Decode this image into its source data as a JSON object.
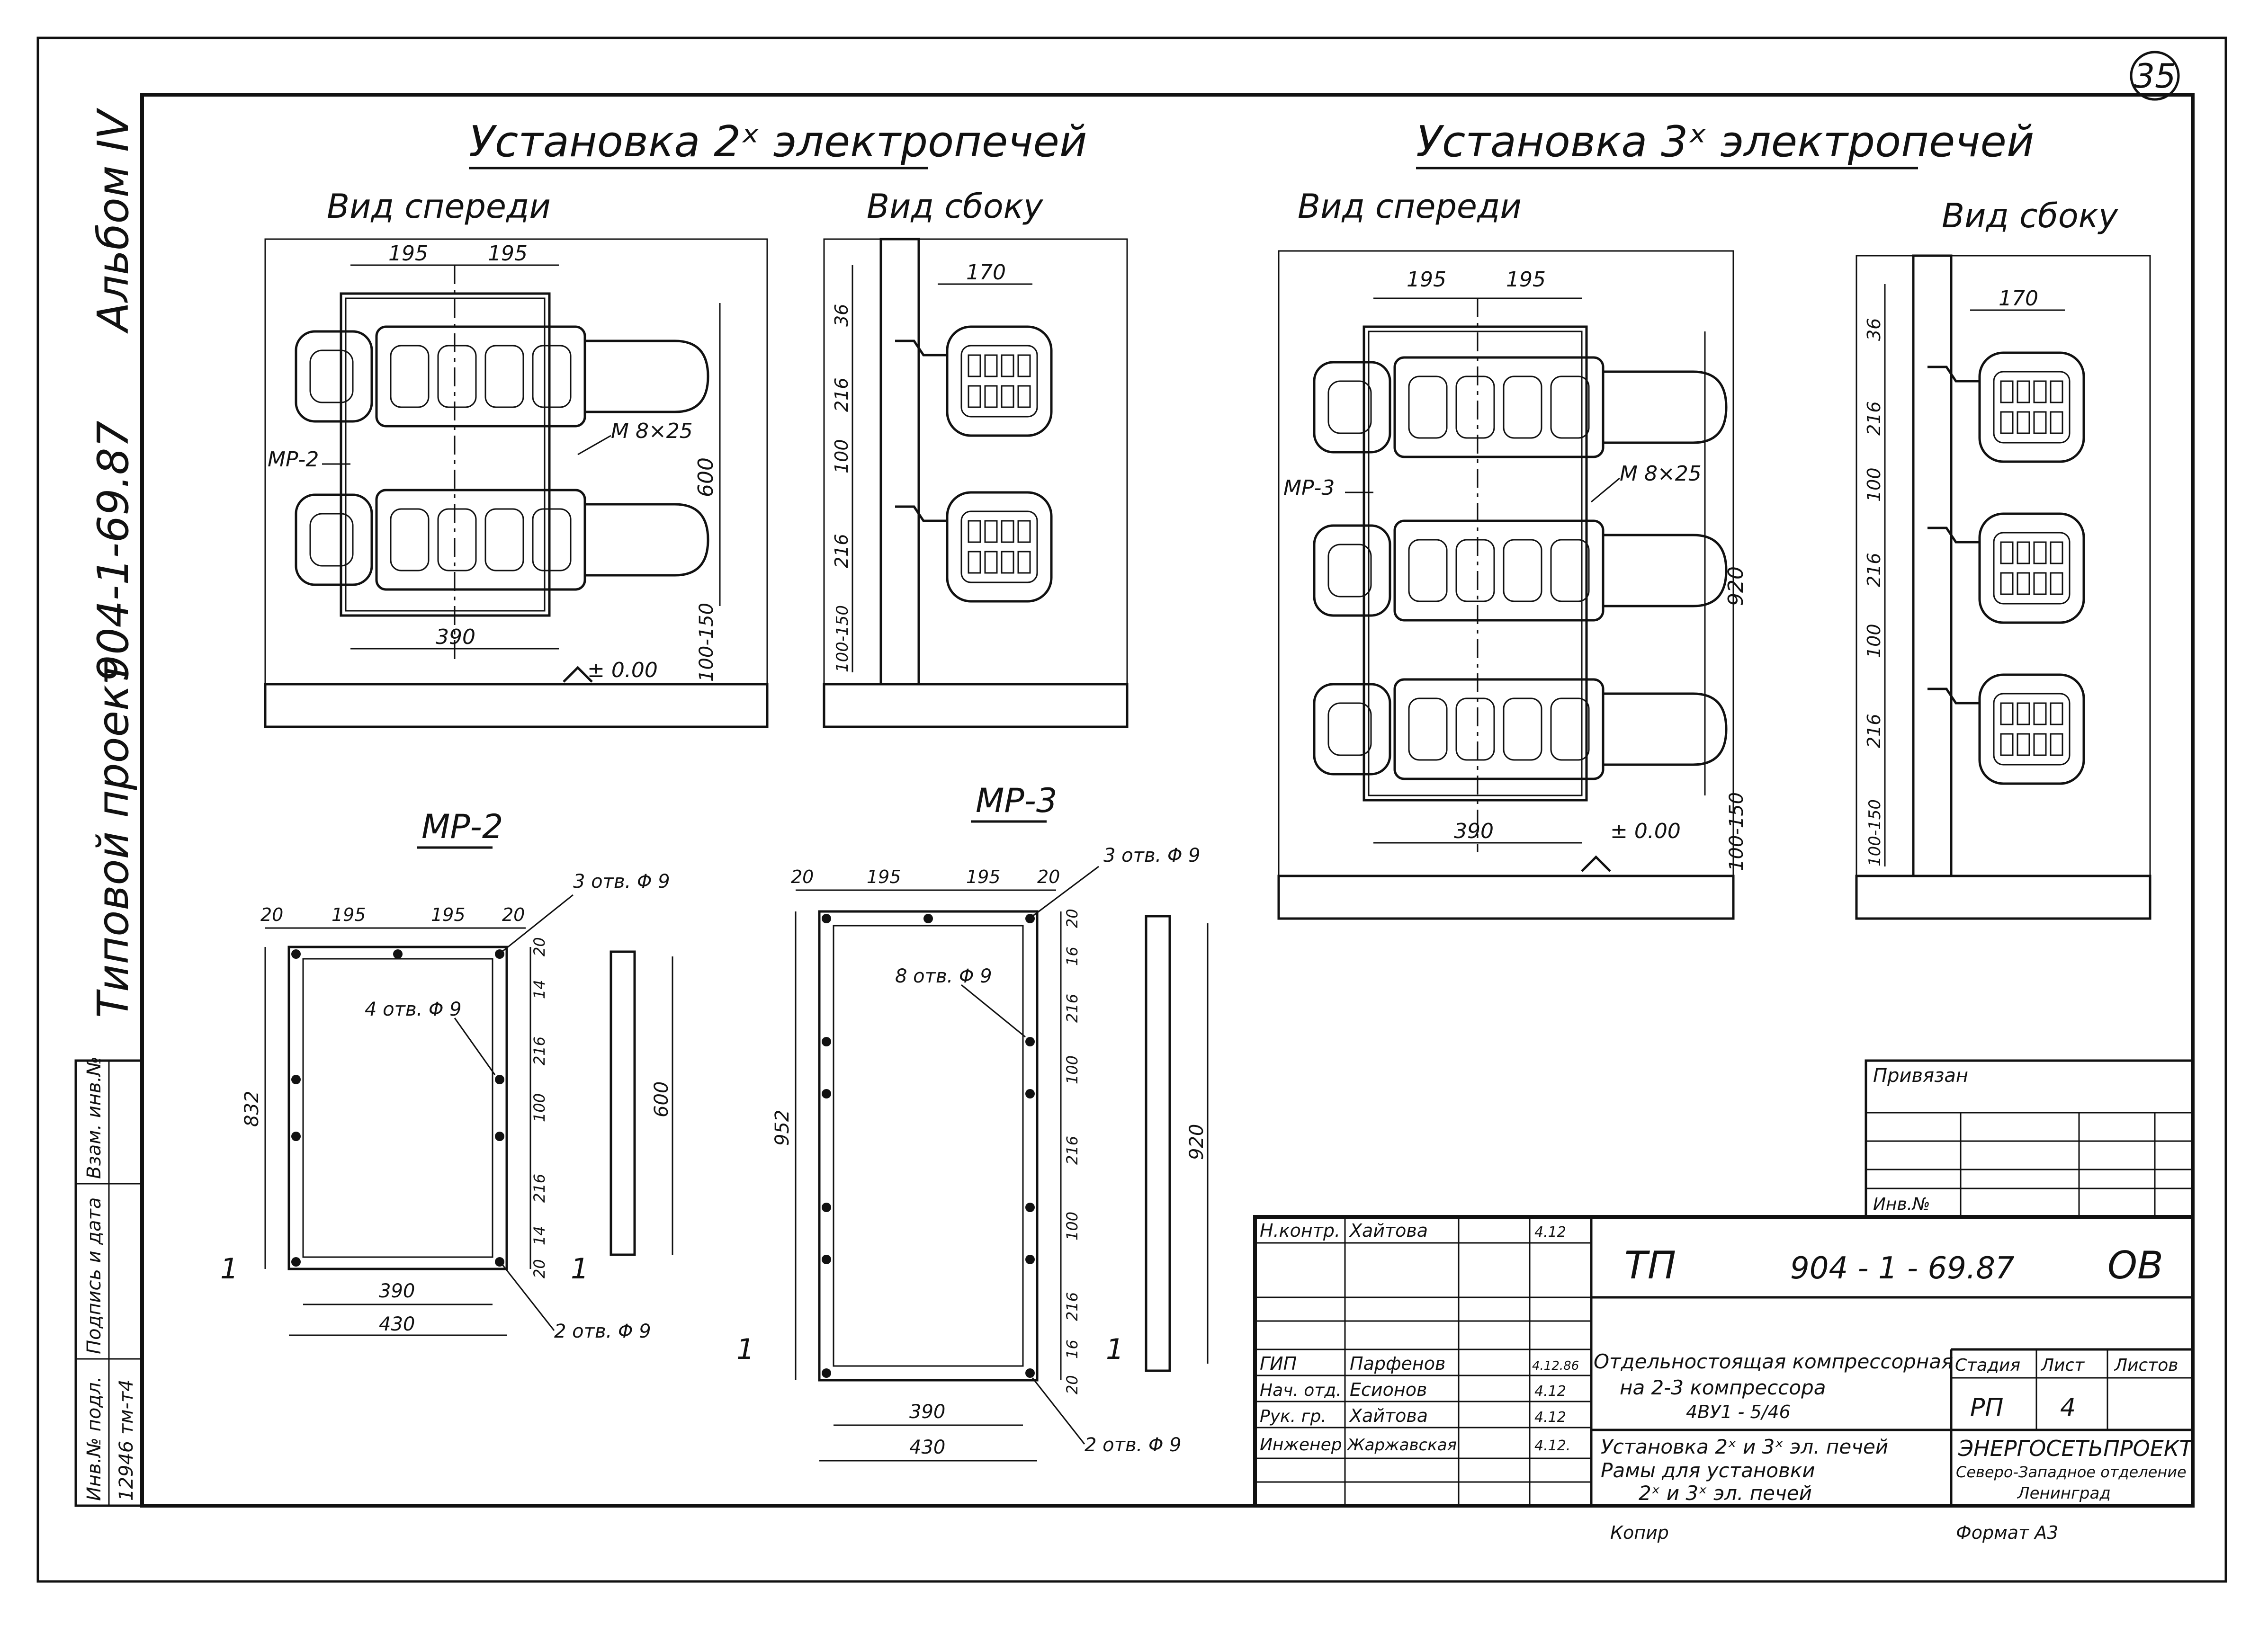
{
  "sheet_number": "35",
  "side_labels": {
    "album": "Альбом IV",
    "project_number": "904-1-69.87",
    "series": "Типовой проект"
  },
  "left_stamp": {
    "inv_podl": "Инв.№ подл.",
    "podpis": "Подпись и дата",
    "vzam": "Взам. инв.№",
    "inv_value": "12946 тм-т4"
  },
  "section_two": {
    "title": "Установка 2ˣ электропечей",
    "front_view": "Вид спереди",
    "side_view": "Вид сбоку",
    "dims": {
      "top_a": "195",
      "top_b": "195",
      "height": "600",
      "bottom_gap": "100-150",
      "width": "390",
      "level": "± 0.00",
      "side_depth": "170",
      "side_d1": "36",
      "side_d2": "216",
      "side_d3": "100",
      "side_d4": "216",
      "side_d5": "100-150"
    },
    "callouts": {
      "frame": "МР-2",
      "bolt": "М 8×25"
    }
  },
  "section_three": {
    "title": "Установка 3ˣ электропечей",
    "front_view": "Вид спереди",
    "side_view": "Вид сбоку",
    "dims": {
      "top_a": "195",
      "top_b": "195",
      "height": "920",
      "bottom_gap": "100-150",
      "width": "390",
      "level": "± 0.00",
      "side_depth": "170",
      "side_d1": "36",
      "side_d2": "216",
      "side_d3": "100",
      "side_d4": "216",
      "side_d5": "100",
      "side_d6": "216",
      "side_d7": "100-150"
    },
    "callouts": {
      "frame": "МР-3",
      "bolt": "М 8×25"
    }
  },
  "frame_mp2": {
    "title": "МР-2",
    "dims": {
      "top_left": "20",
      "top_a": "195",
      "top_b": "195",
      "top_right": "20",
      "height_outer": "832",
      "height_inner": "600",
      "inner_width": "390",
      "outer_width": "430",
      "r1": "20",
      "r2": "14",
      "r3": "216",
      "r4": "100",
      "r5": "216",
      "r6": "14",
      "r7": "20"
    },
    "holes": {
      "top": "3 отв. Φ 9",
      "mid": "4 отв. Φ 9",
      "bottom": "2 отв. Φ 9"
    },
    "section_mark": "1"
  },
  "frame_mp3": {
    "title": "МР-3",
    "dims": {
      "top_left": "20",
      "top_a": "195",
      "top_b": "195",
      "top_right": "20",
      "height_outer": "952",
      "height_inner": "920",
      "inner_width": "390",
      "outer_width": "430",
      "r1": "20",
      "r2": "16",
      "r3": "216",
      "r4": "100",
      "r5": "216",
      "r6": "100",
      "r7": "216",
      "r8": "16",
      "r9": "20"
    },
    "holes": {
      "top": "3 отв. Φ 9",
      "mid": "8 отв. Φ 9",
      "bottom": "2 отв. Φ 9"
    },
    "section_mark": "1"
  },
  "title_block": {
    "privyazan": "Привязан",
    "inv_no": "Инв.№",
    "doc_code": "ТП",
    "doc_number": "904 - 1 - 69.87",
    "doc_suffix": "ОВ",
    "rows": [
      {
        "role": "Н.контр.",
        "name": "Хайтова",
        "date": "4.12"
      },
      {
        "role": "",
        "name": "",
        "date": ""
      },
      {
        "role": "",
        "name": "",
        "date": ""
      },
      {
        "role": "ГИП",
        "name": "Парфенов",
        "date": "4.12.86"
      },
      {
        "role": "Нач. отд.",
        "name": "Есионов",
        "date": "4.12"
      },
      {
        "role": "Рук. гр.",
        "name": "Хайтова",
        "date": "4.12"
      },
      {
        "role": "Инженер",
        "name": "Жаржавская",
        "date": "4.12."
      }
    ],
    "object_title": [
      "Отдельностоящая компрессорная",
      "на 2-3 компрессора",
      "4ВУ1 - 5/46"
    ],
    "sheet_title": [
      "Установка 2ˣ и 3ˣ эл. печей",
      "Рамы для установки",
      "2ˣ и 3ˣ эл. печей"
    ],
    "stage_label": "Стадия",
    "sheet_label": "Лист",
    "sheets_label": "Листов",
    "stage_value": "РП",
    "sheet_value": "4",
    "org_name": "ЭНЕРГОСЕТЬПРОЕКТ",
    "org_branch": "Северо-Западное отделение",
    "org_city": "Ленинград"
  },
  "footer": {
    "copy": "Копир",
    "format": "Формат А3"
  }
}
